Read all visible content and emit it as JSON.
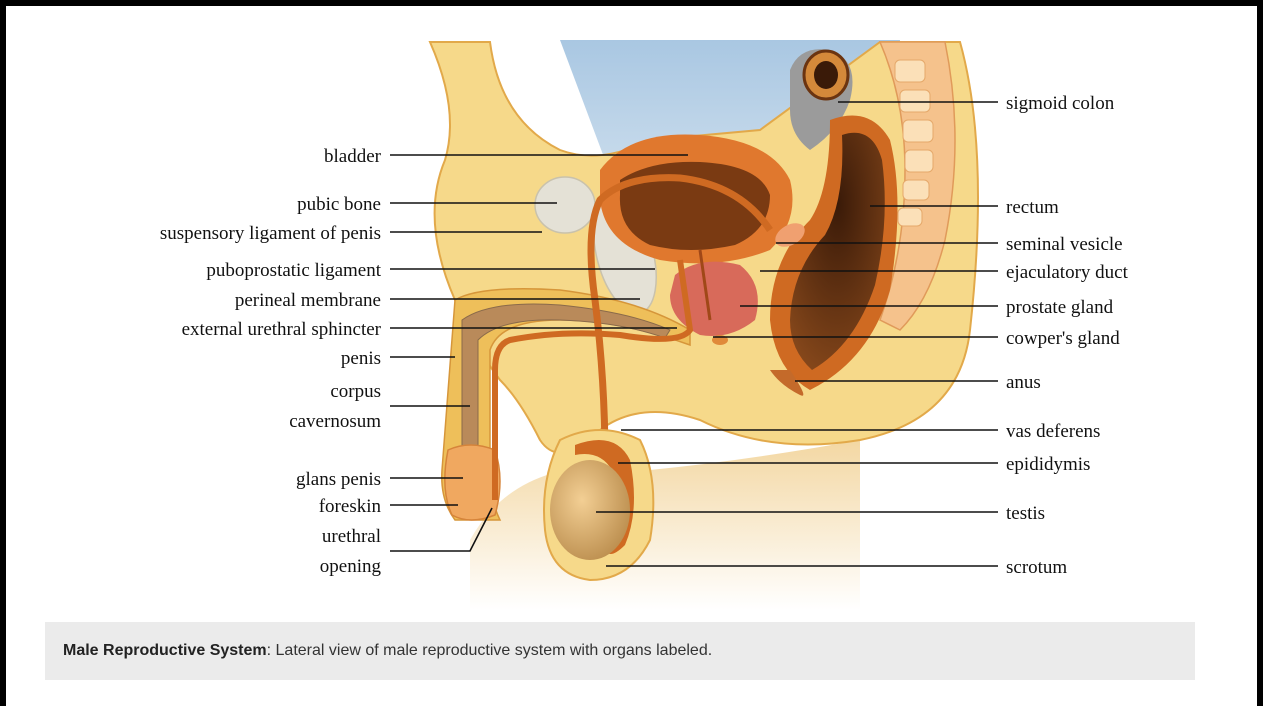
{
  "labels_left": {
    "bladder": "bladder",
    "pubic_bone": "pubic bone",
    "suspensory_ligament": "suspensory ligament of penis",
    "puboprostatic_ligament": "puboprostatic ligament",
    "perineal_membrane": "perineal membrane",
    "external_urethral_sphincter": "external urethral sphincter",
    "penis": "penis",
    "corpus_line1": "corpus",
    "corpus_line2": "cavernosum",
    "glans_penis": "glans penis",
    "foreskin": "foreskin",
    "urethral_line1": "urethral",
    "urethral_line2": "opening"
  },
  "labels_right": {
    "sigmoid_colon": "sigmoid colon",
    "rectum": "rectum",
    "seminal_vesicle": "seminal vesicle",
    "ejaculatory_duct": "ejaculatory duct",
    "prostate_gland": "prostate gland",
    "cowpers_gland": "cowper's gland",
    "anus": "anus",
    "vas_deferens": "vas deferens",
    "epididymis": "epididymis",
    "testis": "testis",
    "scrotum": "scrotum"
  },
  "caption": {
    "title": "Male Reproductive System",
    "text": ": Lateral view of male reproductive system with organs labeled."
  },
  "colors": {
    "skin": "#f6d98a",
    "skin_dark": "#eebf5a",
    "organ_orange": "#e0782e",
    "organ_dark": "#7a3a12",
    "bone": "#e4e1d6",
    "sky": "#bfd7ec",
    "caption_bg": "#ebebeb"
  }
}
